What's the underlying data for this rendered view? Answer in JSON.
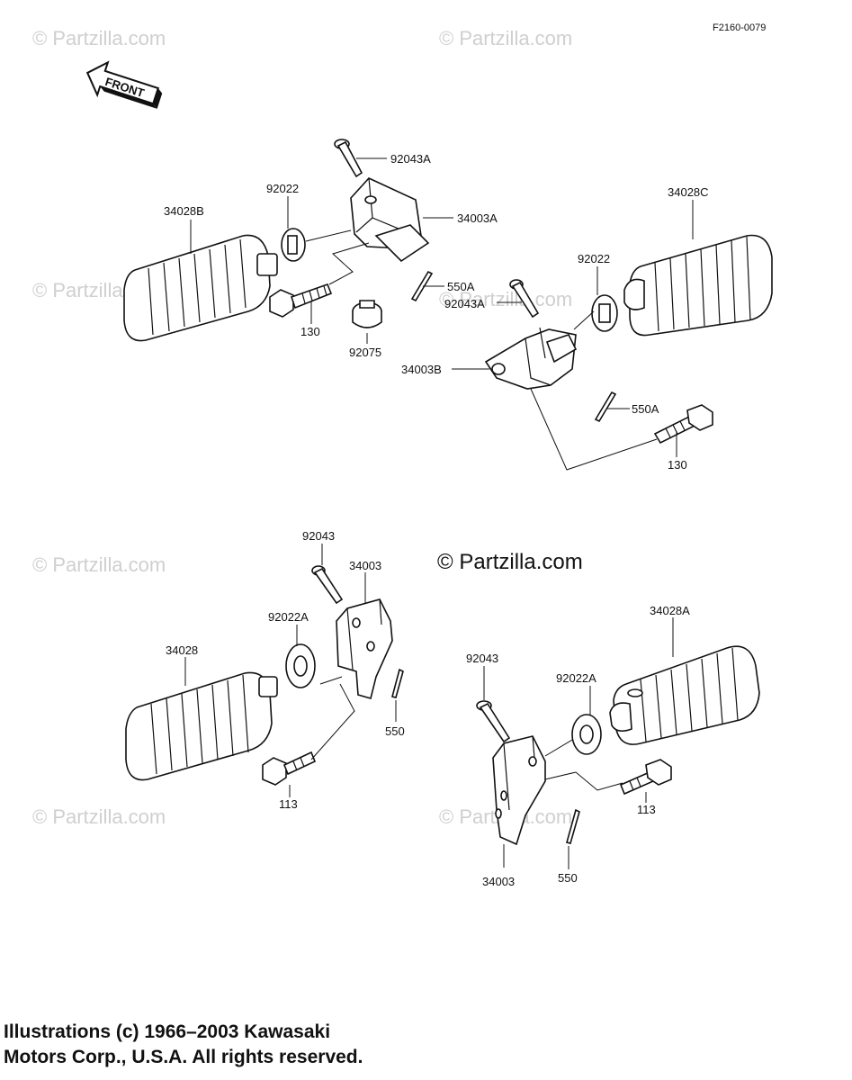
{
  "diagram": {
    "code": "F2160-0079",
    "front_label": "FRONT",
    "watermark": "© Partzilla.com",
    "main_watermark": "© Partzilla.com",
    "callouts": {
      "c_92043A_top": "92043A",
      "c_92022_left": "92022",
      "c_34028B": "34028B",
      "c_34003A": "34003A",
      "c_34028C": "34028C",
      "c_92022_right": "92022",
      "c_550A_top": "550A",
      "c_92043A_mid": "92043A",
      "c_130_left": "130",
      "c_92075": "92075",
      "c_34003B": "34003B",
      "c_550A_right": "550A",
      "c_130_right": "130",
      "c_92043_left": "92043",
      "c_34003_left": "34003",
      "c_92022A_left": "92022A",
      "c_34028": "34028",
      "c_550_left": "550",
      "c_113_left": "113",
      "c_34028A": "34028A",
      "c_92043_right": "92043",
      "c_92022A_right": "92022A",
      "c_113_right": "113",
      "c_34003_right": "34003",
      "c_550_right": "550"
    }
  },
  "copyright": {
    "line1": "Illustrations (c) 1966–2003 Kawasaki",
    "line2": "Motors Corp., U.S.A.  All rights reserved."
  }
}
